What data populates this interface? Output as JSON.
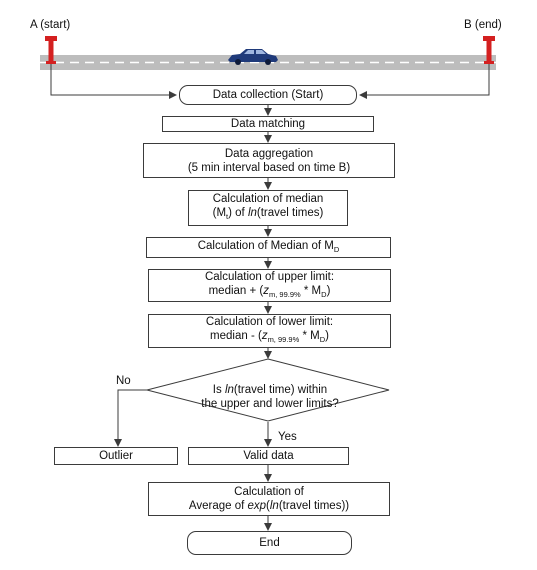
{
  "labels": {
    "start_point": "A (start)",
    "end_point": "B (end)",
    "no": "No",
    "yes": "Yes"
  },
  "steps": {
    "collection": "Data collection (Start)",
    "matching": "Data matching",
    "aggregation_1": "Data aggregation",
    "aggregation_2": "(5 min interval based on time B)",
    "median_1": "Calculation of median",
    "median_2_pre": "(M",
    "median_2_sub": "t",
    "median_2_mid": ") of ",
    "median_2_func": "ln",
    "median_2_post": "(travel times)",
    "median_md_pre": "Calculation of Median of M",
    "median_md_sub": "D",
    "upper_1": "Calculation of upper limit:",
    "upper_2_pre": "median + (",
    "upper_2_z": "z",
    "upper_2_zsub": "m, 99.9%",
    "upper_2_mid": " * M",
    "upper_2_msub": "D",
    "upper_2_post": ")",
    "lower_1": "Calculation of lower limit:",
    "lower_2_pre": "median - (",
    "lower_2_z": "z",
    "lower_2_zsub": "m, 99.9%",
    "lower_2_mid": " * M",
    "lower_2_msub": "D",
    "lower_2_post": ")",
    "decision_1_pre": "Is ",
    "decision_1_func": "ln",
    "decision_1_post": "(travel time) within",
    "decision_2": "the upper and lower limits?",
    "outlier": "Outlier",
    "valid": "Valid data",
    "average_1": "Calculation of",
    "average_2_pre": "Average of ",
    "average_2_exp": "exp",
    "average_2_paren": "(",
    "average_2_ln": "ln",
    "average_2_post": "(travel times))",
    "end": "End"
  },
  "colors": {
    "road": "#bdbdbd",
    "lane_marking": "#ffffff",
    "marker": "#d42020",
    "car": "#1f3a7a",
    "line": "#3b3b3b"
  }
}
